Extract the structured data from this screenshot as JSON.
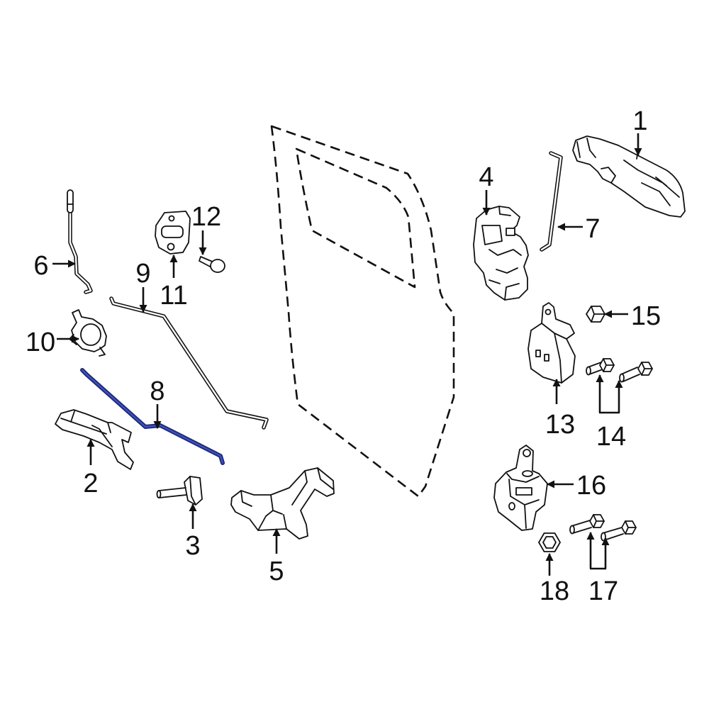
{
  "callouts": [
    "1",
    "2",
    "3",
    "4",
    "5",
    "6",
    "7",
    "8",
    "9",
    "10",
    "11",
    "12",
    "13",
    "14",
    "15",
    "16",
    "17",
    "18"
  ],
  "colors": {
    "background": "#ffffff",
    "line": "#111111",
    "highlight": "#1f2a7c"
  }
}
